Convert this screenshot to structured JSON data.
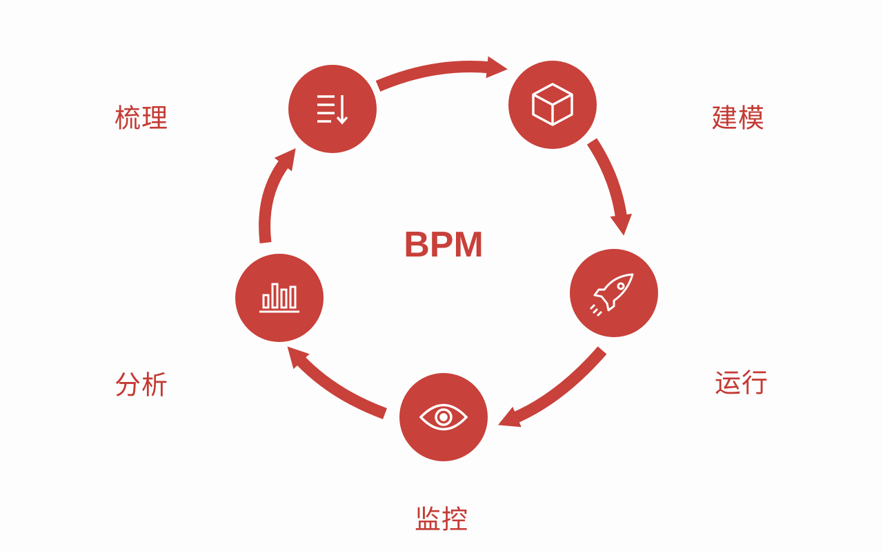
{
  "title": "BPM",
  "accent_color": "#c8413a",
  "stages": [
    {
      "label": "梳理",
      "icon": "list-sort-icon"
    },
    {
      "label": "建模",
      "icon": "cube-icon"
    },
    {
      "label": "运行",
      "icon": "rocket-icon"
    },
    {
      "label": "监控",
      "icon": "eye-icon"
    },
    {
      "label": "分析",
      "icon": "bar-chart-icon"
    }
  ]
}
